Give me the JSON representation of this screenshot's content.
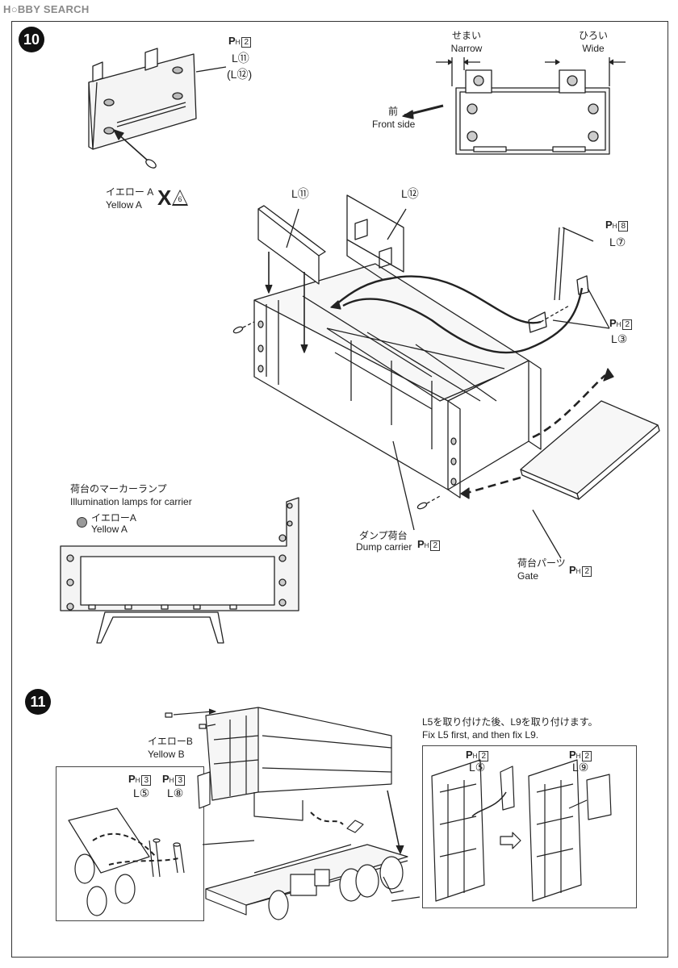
{
  "watermark": "H○BBY SEARCH",
  "step10": {
    "number": "10",
    "part_codes": [
      {
        "id": "a",
        "prefix": "P",
        "sub": "H",
        "num": "2",
        "lines": [
          "L⑪",
          "(L⑫)"
        ]
      },
      {
        "id": "b",
        "prefix": "P",
        "sub": "H",
        "num": "8",
        "lines": [
          "L⑦"
        ]
      },
      {
        "id": "c",
        "prefix": "P",
        "sub": "H",
        "num": "2",
        "lines": [
          "L③"
        ]
      }
    ],
    "narrow_jp": "せまい",
    "narrow_en": "Narrow",
    "wide_jp": "ひろい",
    "wide_en": "Wide",
    "front_jp": "前",
    "front_en": "Front side",
    "yellow_a_jp": "イエロー A",
    "yellow_a_en": "Yellow A",
    "x_mark": "X",
    "x_num": "6",
    "label_l10": "L⑪",
    "label_l11": "L⑫",
    "lamp_jp": "荷台のマーカーランプ",
    "lamp_en": "Illumination lamps for carrier",
    "lamp_yellow_jp": "イエローA",
    "lamp_yellow_en": "Yellow A",
    "dump_jp": "ダンプ荷台",
    "dump_en": "Dump carrier",
    "dump_code": "2",
    "gate_jp": "荷台パーツ",
    "gate_en": "Gate",
    "gate_code": "2",
    "code_prefix": "P",
    "code_sub": "H"
  },
  "step11": {
    "number": "11",
    "yellow_b_jp": "イエローB",
    "yellow_b_en": "Yellow B",
    "note_jp": "L5を取り付けた後、L9を取り付けます。",
    "note_en": "Fix L5 first, and then fix L9.",
    "codes_left": [
      {
        "num": "3",
        "line": "L⑤"
      },
      {
        "num": "3",
        "line": "L⑧"
      }
    ],
    "codes_right": [
      {
        "num": "2",
        "line": "L⑤"
      },
      {
        "num": "2",
        "line": "L⑨"
      }
    ]
  },
  "colors": {
    "line": "#222222",
    "yellow_dot": "#9a9a9a",
    "watermark": "#8a8a8a"
  }
}
